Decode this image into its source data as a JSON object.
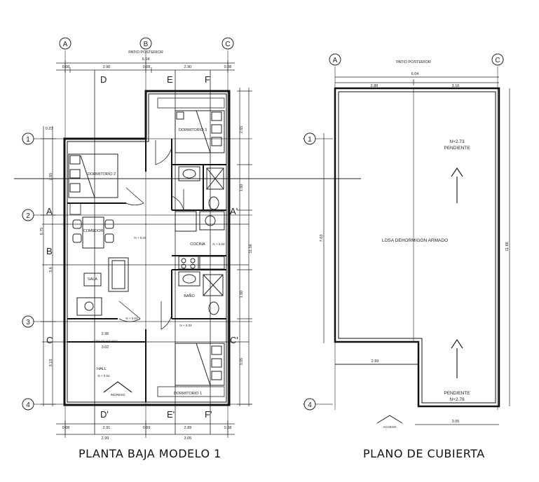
{
  "left_plan": {
    "caption": "PLANTA BAJA MODELO 1",
    "axes_cols": [
      "A",
      "B",
      "C"
    ],
    "axes_rows": [
      "1",
      "2",
      "3",
      "4"
    ],
    "top_label": "PATIO POSTERIOR",
    "top_overall": "6.04",
    "top_dims": [
      "0.08",
      "2.90",
      "0.08",
      "2.90",
      "0.08"
    ],
    "bottom_dims_a": [
      "0.08",
      "2.91",
      "0.09",
      "2.89",
      "0.08"
    ],
    "bottom_dims_b": [
      "2.99",
      "3.05"
    ],
    "left_dims": [
      "0.23",
      "2.65",
      "6.75",
      "3.6",
      "3.13"
    ],
    "right_dims": [
      "2.65",
      "1.60",
      "1.60",
      "3.05",
      "11.56"
    ],
    "section_marks": [
      "D",
      "E",
      "F",
      "A",
      "B",
      "C",
      "D'",
      "E'",
      "F'",
      "A'",
      "C'"
    ],
    "rooms": {
      "dorm3": "DORMITORIO 3",
      "dorm2": "DORMITORIO 2",
      "dorm1": "DORMITORIO 1",
      "comedor": "COMEDOR",
      "cocina": "COCINA",
      "sala": "SALA",
      "bano": "BAÑO",
      "hall": "HALL",
      "ingreso": "INGRESO"
    },
    "levels": [
      "N + 0.03",
      "N + 0.03",
      "N + 0.03",
      "N + 0.03",
      "N + 0.03"
    ],
    "hall_dims": [
      "2.96",
      "3.02"
    ],
    "losa_note": "LOSA DE VOLADO"
  },
  "right_plan": {
    "caption": "PLANO DE CUBIERTA",
    "axes_cols": [
      "A",
      "C"
    ],
    "axes_rows": [
      "1",
      "4"
    ],
    "top_label": "PATIO POSTERIOR",
    "top_overall": "6.04",
    "top_dims": [
      "2.88",
      "3.16"
    ],
    "left_dim": "7.63",
    "right_dim": "11.66",
    "bottom_dim_left": "2.99",
    "bottom_dim_right": "3.05",
    "upper_level": "N+2.73",
    "upper_slope": "PENDIENTE",
    "center_label": "LOSA  DEHORMIGON ARMADO",
    "lower_slope": "PENDIENTE",
    "lower_level": "N+2.78",
    "access": "ACCESO"
  }
}
